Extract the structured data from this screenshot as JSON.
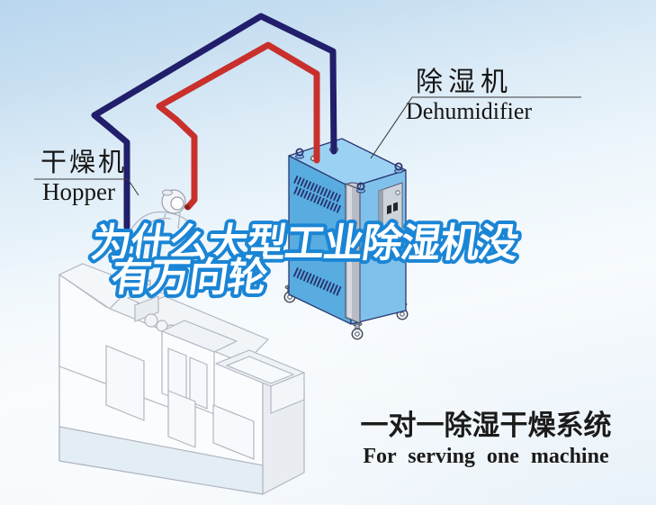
{
  "headline": {
    "line1": "为什么大型工业除湿机没",
    "line2": "有万向轮",
    "fill_color": "#ffffff",
    "outline_color": "#1b85d5"
  },
  "labels": {
    "hopper": {
      "zh": "干燥机",
      "en": "Hopper"
    },
    "dehumidifier": {
      "zh": "除湿机",
      "en": "Dehumidifier"
    }
  },
  "caption": {
    "zh": "一对一除湿干燥系统",
    "en": "For serving one machine"
  },
  "diagram": {
    "hoses": [
      {
        "name": "red-return-hose",
        "color": "#c9302c"
      },
      {
        "name": "navy-dry-air-hose",
        "color": "#211e6b"
      }
    ],
    "dehumidifier_colors": {
      "left_face": "#58ace0",
      "right_face": "#80c1eb",
      "top_face": "#9bd1f3",
      "outline": "#2a3770"
    },
    "background": {
      "top": "#b9d6ee",
      "bottom": "#e9f2f9"
    }
  }
}
